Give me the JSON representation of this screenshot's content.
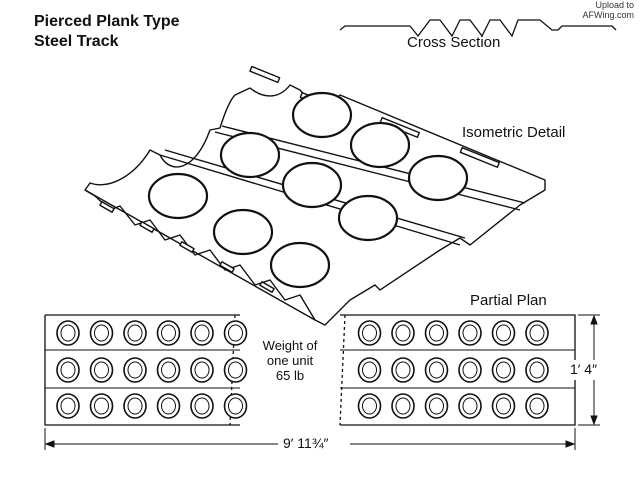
{
  "title": {
    "line1": "Pierced Plank Type",
    "line2": "Steel Track"
  },
  "watermark": {
    "line1": "Upload to",
    "line2": "AFWing.com"
  },
  "labels": {
    "cross_section": "Cross Section",
    "isometric": "Isometric Detail",
    "partial_plan": "Partial Plan"
  },
  "weight": {
    "line1": "Weight of",
    "line2": "one unit",
    "line3": "65 lb"
  },
  "dimensions": {
    "width": "1′ 4″",
    "length": "9′ 11¾″"
  },
  "colors": {
    "line": "#111111",
    "background": "#ffffff"
  }
}
